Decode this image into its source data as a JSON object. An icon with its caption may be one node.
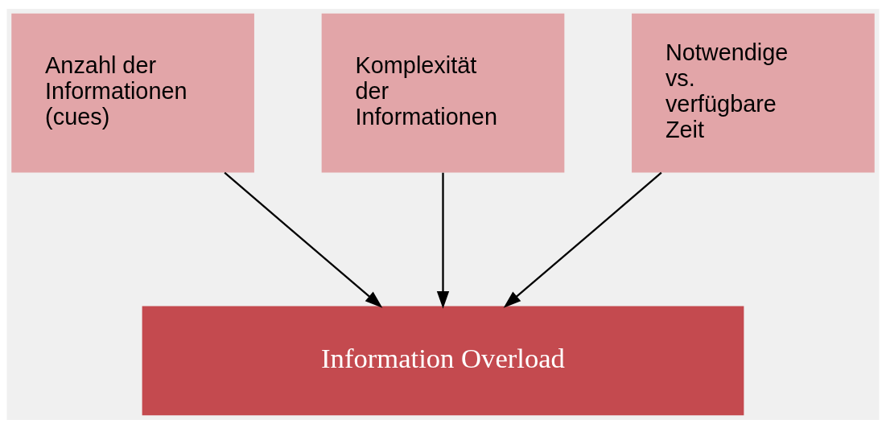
{
  "diagram": {
    "nodes": [
      {
        "text": [
          "Anzahl der Informationen (cues)"
        ]
      },
      {
        "text": [
          "Komplexität der Informationen"
        ]
      },
      {
        "text": [
          "Notwendige vs. verfügbare Zeit"
        ]
      },
      {
        "text": [
          "Information Overload"
        ]
      }
    ],
    "edges": [
      {
        "from": 0,
        "to": 3,
        "arrow": "to"
      },
      {
        "from": 1,
        "to": 3,
        "arrow": "to"
      },
      {
        "from": 2,
        "to": 3,
        "arrow": "to"
      }
    ]
  }
}
